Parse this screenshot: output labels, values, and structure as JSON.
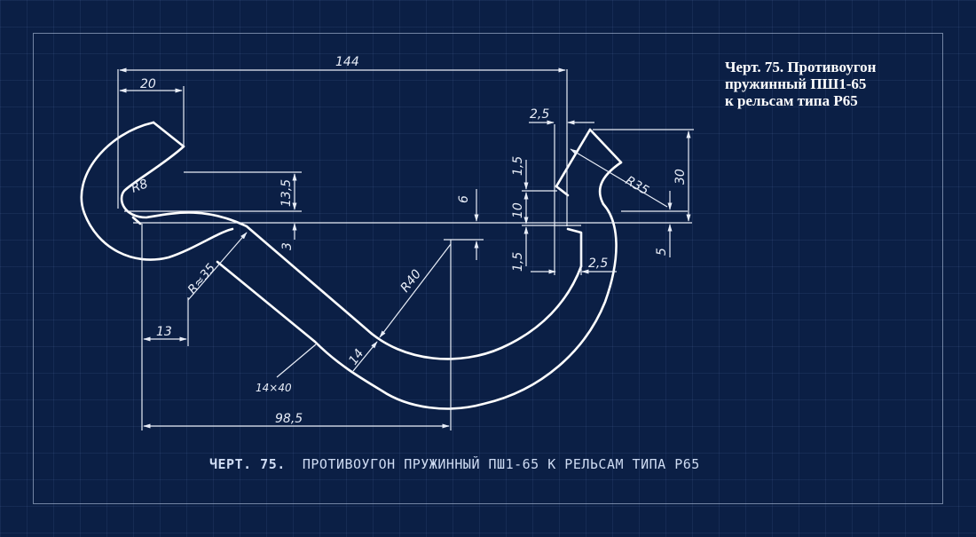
{
  "drawing": {
    "caption_lines": [
      "Черт. 75. Противоугон",
      "пружинный ПШ1-65",
      "к рельсам типа Р65"
    ],
    "footer": {
      "lead": "ЧЕРТ. 75.",
      "text": "ПРОТИВОУГОН ПРУЖИННЫЙ ПШ1-65 К РЕЛЬСАМ ТИПА Р65"
    },
    "dimensions": {
      "overall_length": "144",
      "hook_width": "20",
      "inner_radius": "R8",
      "gap_height": "13,5",
      "offset_3": "3",
      "bend_radius": "R≈35",
      "offset_13": "13",
      "base_length": "98,5",
      "section": "14×40",
      "thickness": "14",
      "arc_radius": "R40",
      "offset_6": "6",
      "tip_radius": "R35",
      "height_30": "30",
      "offset_5": "5",
      "offset_2_5_top": "2,5",
      "offset_1_5_top": "1,5",
      "gap_10": "10",
      "offset_1_5_bottom": "1,5",
      "offset_2_5_bottom": "2,5"
    }
  },
  "colors": {
    "background": "#0b1f45",
    "linework": "#ffffff",
    "grid": "#7896d2"
  }
}
